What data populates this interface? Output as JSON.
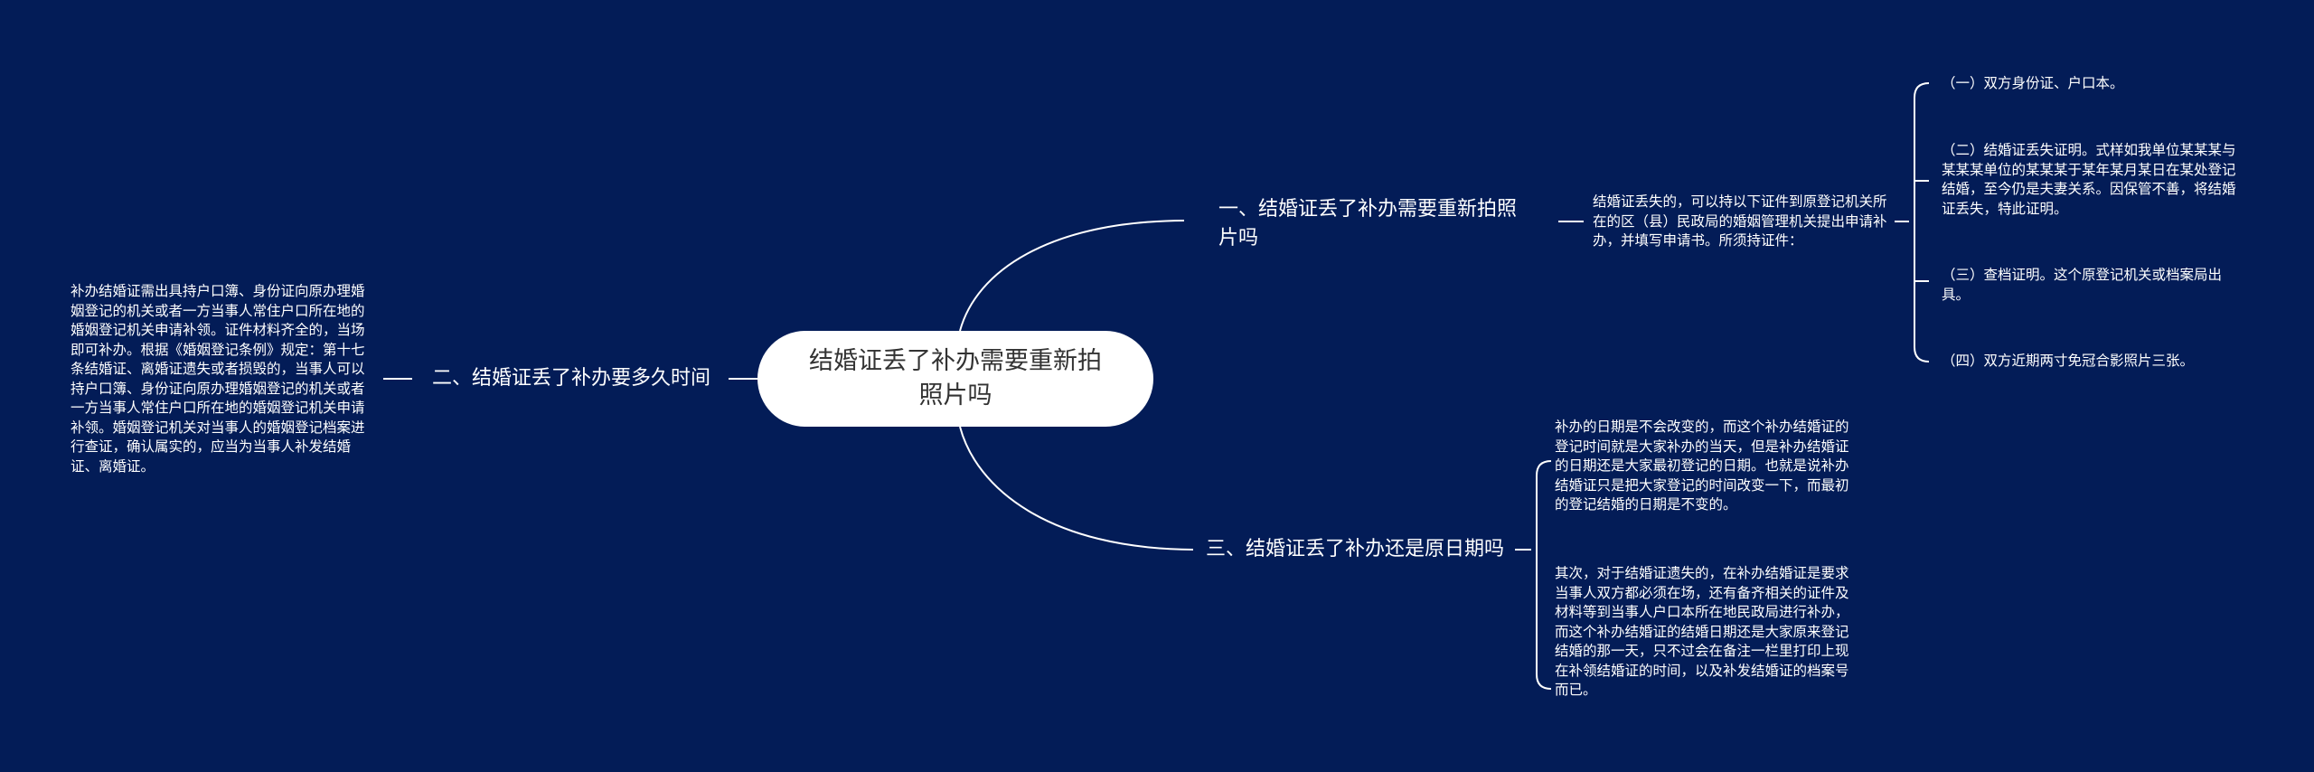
{
  "root": {
    "title": "结婚证丢了补办需要重新拍照片吗"
  },
  "branches": {
    "b1": {
      "title": "一、结婚证丢了补办需要重新拍照片吗",
      "intro": "结婚证丢失的，可以持以下证件到原登记机关所在的区（县）民政局的婚姻管理机关提出申请补办，并填写申请书。所须持证件：",
      "items": [
        "（一）双方身份证、户口本。",
        "（二）结婚证丢失证明。式样如我单位某某某与某某某单位的某某某于某年某月某日在某处登记结婚，至今仍是夫妻关系。因保管不善，将结婚证丢失，特此证明。",
        "（三）查档证明。这个原登记机关或档案局出具。",
        "（四）双方近期两寸免冠合影照片三张。"
      ]
    },
    "b2": {
      "title": "二、结婚证丢了补办要多久时间",
      "text": "补办结婚证需出具持户口簿、身份证向原办理婚姻登记的机关或者一方当事人常住户口所在地的婚姻登记机关申请补领。证件材料齐全的，当场即可补办。根据《婚姻登记条例》规定：第十七条结婚证、离婚证遗失或者损毁的，当事人可以持户口簿、身份证向原办理婚姻登记的机关或者一方当事人常住户口所在地的婚姻登记机关申请补领。婚姻登记机关对当事人的婚姻登记档案进行查证，确认属实的，应当为当事人补发结婚证、离婚证。"
    },
    "b3": {
      "title": "三、结婚证丢了补办还是原日期吗",
      "texts": [
        "补办的日期是不会改变的，而这个补办结婚证的登记时间就是大家补办的当天，但是补办结婚证的日期还是大家最初登记的日期。也就是说补办结婚证只是把大家登记的时间改变一下，而最初的登记结婚的日期是不变的。",
        "其次，对于结婚证遗失的，在补办结婚证是要求当事人双方都必须在场，还有备齐相关的证件及材料等到当事人户口本所在地民政局进行补办，而这个补办结婚证的结婚日期还是大家原来登记结婚的那一天，只不过会在备注一栏里打印上现在补领结婚证的时间，以及补发结婚证的档案号而已。"
      ]
    }
  }
}
